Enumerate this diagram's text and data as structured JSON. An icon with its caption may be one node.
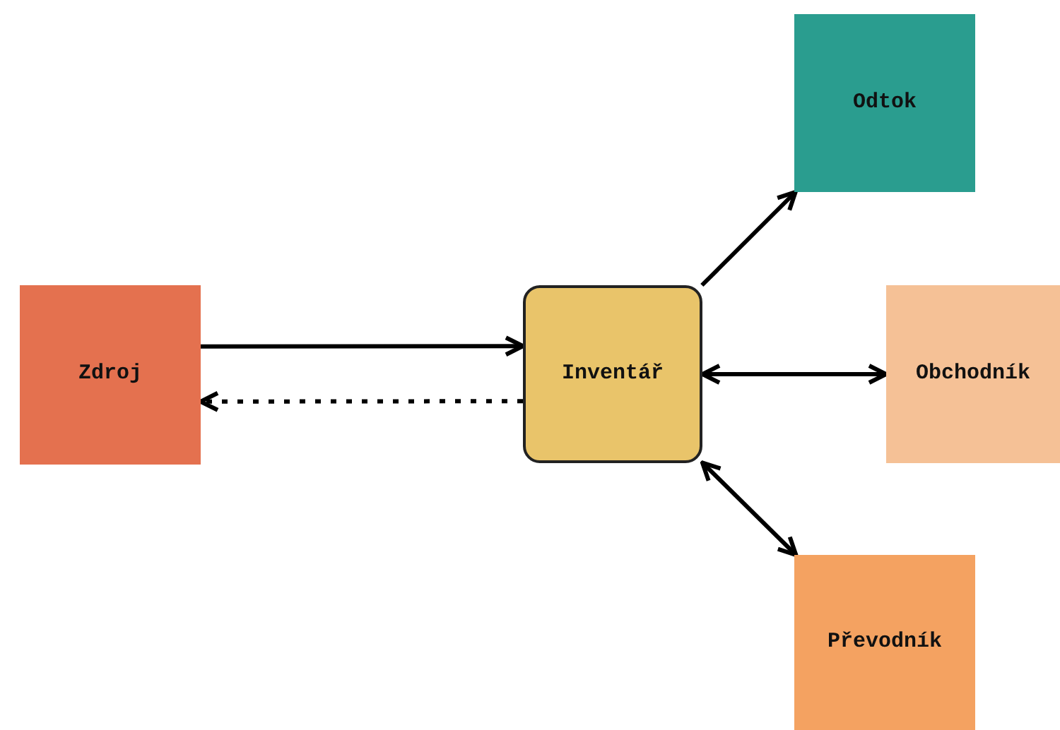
{
  "diagram": {
    "nodes": [
      {
        "text": [
          "Zdroj"
        ]
      },
      {
        "text": [
          "Inventář"
        ]
      },
      {
        "text": [
          "Odtok"
        ]
      },
      {
        "text": [
          "Obchodník"
        ]
      },
      {
        "text": [
          "Převodník"
        ]
      }
    ],
    "edges": [
      {
        "from": 0,
        "to": 1,
        "arrow": "to"
      },
      {
        "from": 1,
        "to": 0,
        "arrow": "to",
        "style": "dashed"
      },
      {
        "from": 1,
        "to": 2,
        "arrow": "to"
      },
      {
        "from": 1,
        "to": 3,
        "arrow": "both"
      },
      {
        "from": 1,
        "to": 4,
        "arrow": "both"
      }
    ]
  }
}
